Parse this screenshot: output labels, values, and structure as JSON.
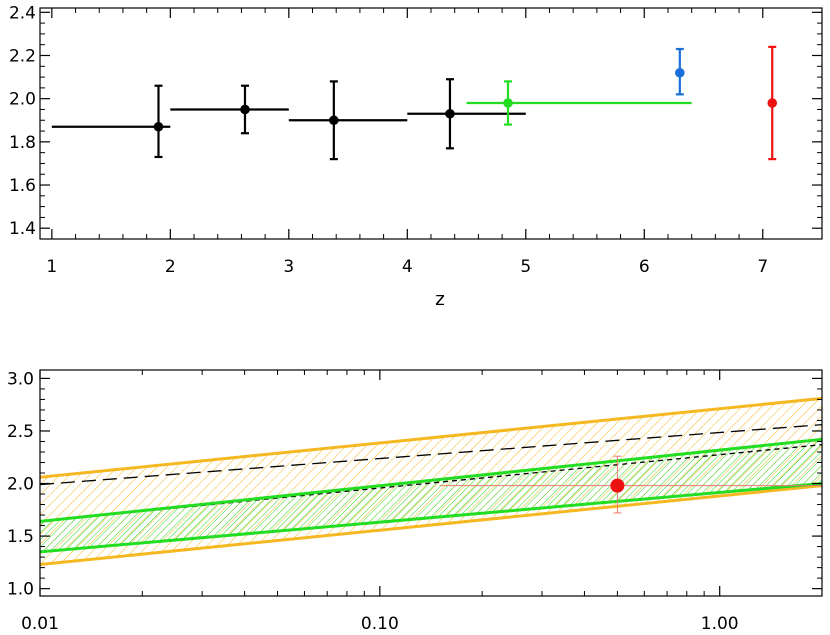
{
  "chart_data": [
    {
      "type": "scatter",
      "xlabel": "z",
      "xlim": [
        0.9,
        7.5
      ],
      "ylim": [
        1.35,
        2.42
      ],
      "xticks": [
        1,
        2,
        3,
        4,
        5,
        6,
        7
      ],
      "xtick_labels": [
        "1",
        "2",
        "3",
        "4",
        "5",
        "6",
        "7"
      ],
      "yticks": [
        1.4,
        1.6,
        1.8,
        2.0,
        2.2,
        2.4
      ],
      "ytick_labels": [
        "1.4",
        "1.6",
        "1.8",
        "2.0",
        "2.2",
        "2.4"
      ],
      "series": [
        {
          "color": "#000000",
          "points": [
            {
              "x": 1.9,
              "y": 1.87,
              "xerr": [
                1.0,
                2.0
              ],
              "yerr": [
                1.73,
                2.06
              ]
            },
            {
              "x": 2.63,
              "y": 1.95,
              "xerr": [
                2.0,
                3.0
              ],
              "yerr": [
                1.84,
                2.06
              ]
            },
            {
              "x": 3.38,
              "y": 1.9,
              "xerr": [
                3.0,
                4.0
              ],
              "yerr": [
                1.72,
                2.08
              ]
            },
            {
              "x": 4.36,
              "y": 1.93,
              "xerr": [
                4.0,
                5.0
              ],
              "yerr": [
                1.77,
                2.09
              ]
            }
          ]
        },
        {
          "color": "#22dd22",
          "points": [
            {
              "x": 4.85,
              "y": 1.98,
              "xerr": [
                4.5,
                6.4
              ],
              "yerr": [
                1.88,
                2.08
              ]
            }
          ]
        },
        {
          "color": "#1a6fd8",
          "points": [
            {
              "x": 6.3,
              "y": 2.12,
              "yerr": [
                2.02,
                2.23
              ]
            }
          ]
        },
        {
          "color": "#ee1111",
          "points": [
            {
              "x": 7.08,
              "y": 1.98,
              "yerr": [
                1.72,
                2.24
              ]
            }
          ]
        }
      ]
    },
    {
      "type": "area",
      "xscale": "log",
      "xlim": [
        0.01,
        2.0
      ],
      "ylim": [
        0.93,
        3.08
      ],
      "xticks": [
        0.01,
        0.1,
        1.0
      ],
      "xtick_labels": [
        "0.01",
        "0.10",
        "1.00"
      ],
      "yticks": [
        1.0,
        1.5,
        2.0,
        2.5,
        3.0
      ],
      "ytick_labels": [
        "1.0",
        "1.5",
        "2.0",
        "2.5",
        "3.0"
      ],
      "bands": [
        {
          "color": "#f5b820",
          "lower": [
            [
              0.01,
              1.23
            ],
            [
              2.0,
              1.98
            ]
          ],
          "upper": [
            [
              0.01,
              2.06
            ],
            [
              2.0,
              2.81
            ]
          ]
        },
        {
          "color": "#22dd22",
          "lower": [
            [
              0.01,
              1.35
            ],
            [
              2.0,
              2.0
            ]
          ],
          "upper": [
            [
              0.01,
              1.64
            ],
            [
              2.0,
              2.42
            ]
          ]
        }
      ],
      "lines": [
        {
          "color": "#000000",
          "style": "long-dash",
          "points": [
            [
              0.01,
              1.99
            ],
            [
              2.0,
              2.56
            ]
          ]
        },
        {
          "color": "#000000",
          "style": "short-dash",
          "points": [
            [
              0.01,
              1.64
            ],
            [
              2.0,
              2.37
            ]
          ]
        }
      ],
      "points": [
        {
          "x": 0.5,
          "y": 1.98,
          "xerr": [
            0.15,
            2.0
          ],
          "yerr": [
            1.72,
            2.26
          ],
          "color": "#ee1111",
          "errcolor": "#e67a6a"
        }
      ]
    }
  ]
}
